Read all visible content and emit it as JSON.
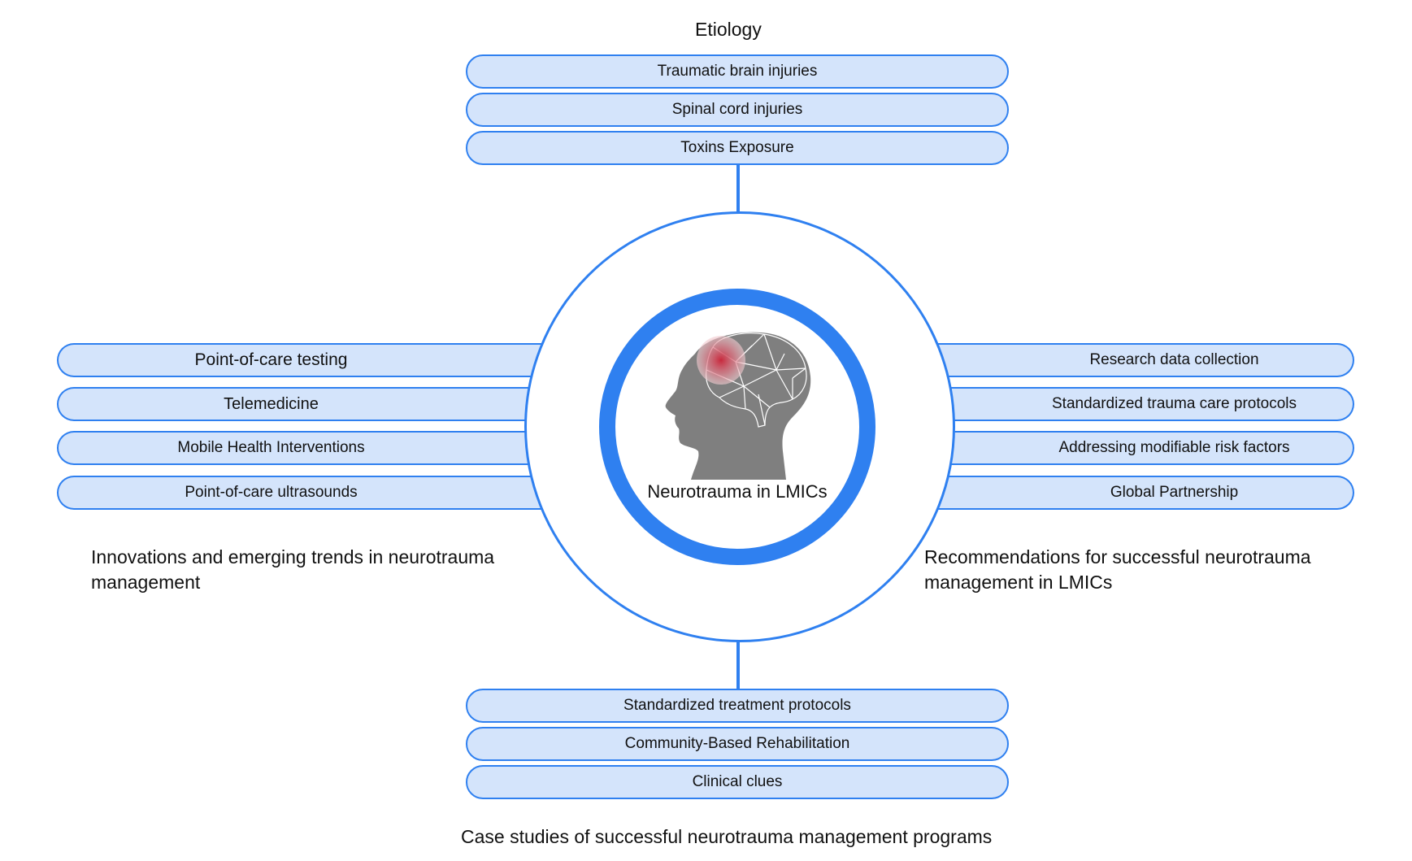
{
  "center": {
    "label": "Neurotrauma in LMICs",
    "icon": "brain-head-icon"
  },
  "top": {
    "heading": "Etiology",
    "items": [
      "Traumatic brain injuries",
      "Spinal cord injuries",
      "Toxins Exposure"
    ]
  },
  "left": {
    "heading": "Innovations and emerging trends in neurotrauma management",
    "items": [
      "Point-of-care testing",
      "Telemedicine",
      "Mobile Health Interventions",
      "Point-of-care ultrasounds"
    ]
  },
  "right": {
    "heading": "Recommendations for successful neurotrauma management in LMICs",
    "items": [
      "Research data collection",
      "Standardized trauma care protocols",
      "Addressing modifiable risk factors",
      "Global Partnership"
    ]
  },
  "bottom": {
    "heading": "Case studies of successful neurotrauma management programs",
    "items": [
      "Standardized treatment protocols",
      "Community-Based Rehabilitation",
      "Clinical clues"
    ]
  },
  "colors": {
    "accent": "#2f80f0",
    "pill_fill": "#d4e4fb",
    "head": "#7f7f7f",
    "injury": "#c8283c"
  }
}
